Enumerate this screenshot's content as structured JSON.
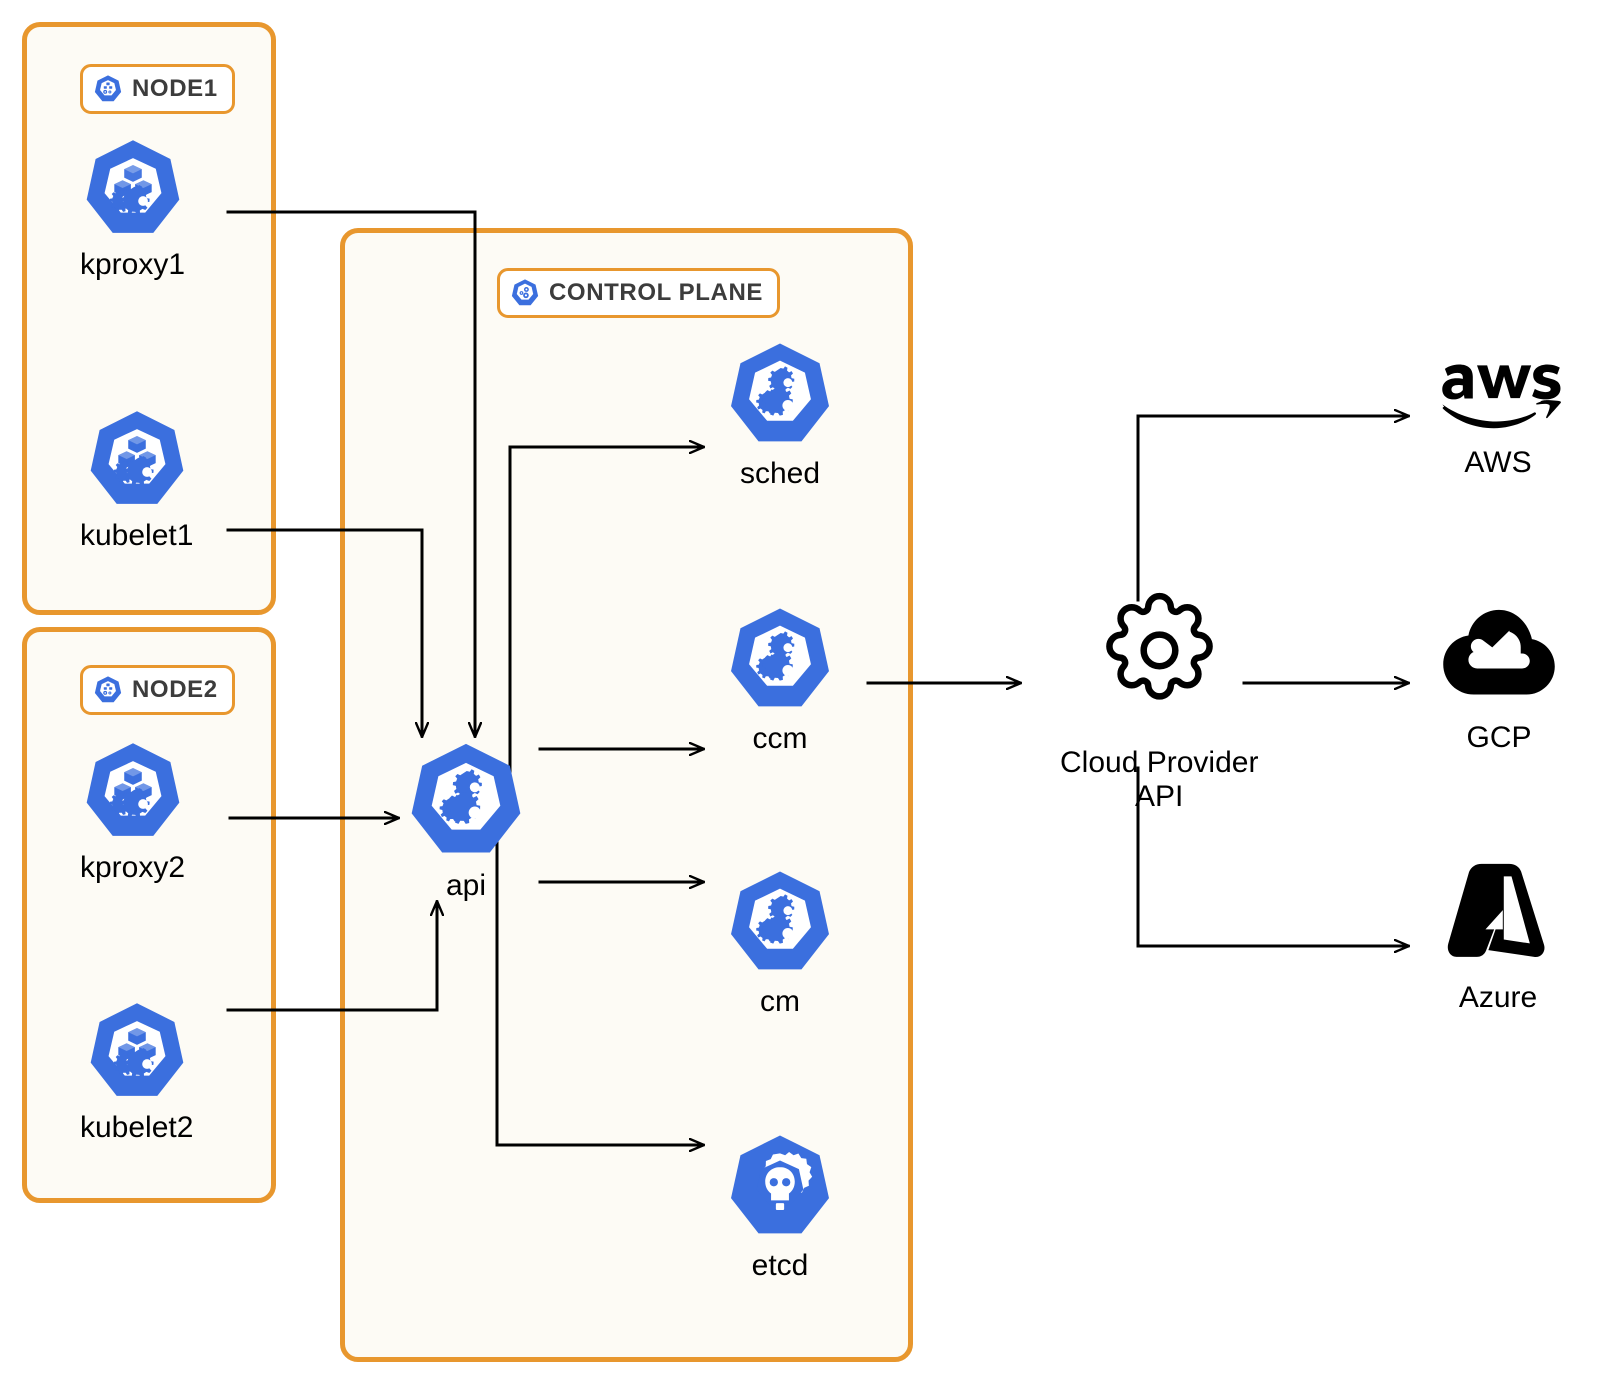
{
  "diagram": {
    "title": "Kubernetes cluster architecture",
    "colors": {
      "kubernetes_blue": "#3B6FDE",
      "group_border_orange": "#E8972E",
      "group_fill_cream": "#FDFBF5",
      "edge_black": "#000000",
      "badge_text": "#3C3C3C",
      "page_background": "#FFFFFF"
    }
  },
  "groups": [
    {
      "id": "node1",
      "badge_label": "NODE1",
      "badge_icon": "kubernetes-node-icon"
    },
    {
      "id": "node2",
      "badge_label": "NODE2",
      "badge_icon": "kubernetes-node-icon"
    },
    {
      "id": "control_plane",
      "badge_label": "CONTROL PLANE",
      "badge_icon": "kubernetes-control-plane-icon"
    }
  ],
  "nodes": [
    {
      "id": "kproxy1",
      "label": "kproxy1",
      "icon": "kube-proxy-icon",
      "group": "node1"
    },
    {
      "id": "kubelet1",
      "label": "kubelet1",
      "icon": "kubelet-icon",
      "group": "node1"
    },
    {
      "id": "kproxy2",
      "label": "kproxy2",
      "icon": "kube-proxy-icon",
      "group": "node2"
    },
    {
      "id": "kubelet2",
      "label": "kubelet2",
      "icon": "kubelet-icon",
      "group": "node2"
    },
    {
      "id": "api",
      "label": "api",
      "icon": "kube-apiserver-icon",
      "group": "control_plane"
    },
    {
      "id": "sched",
      "label": "sched",
      "icon": "kube-scheduler-icon",
      "group": "control_plane"
    },
    {
      "id": "ccm",
      "label": "ccm",
      "icon": "cloud-controller-manager-icon",
      "group": "control_plane"
    },
    {
      "id": "cm",
      "label": "cm",
      "icon": "controller-manager-icon",
      "group": "control_plane"
    },
    {
      "id": "etcd",
      "label": "etcd",
      "icon": "etcd-icon",
      "group": "control_plane"
    }
  ],
  "cloud_provider": {
    "id": "cloud_provider_api",
    "label": "Cloud Provider\nAPI",
    "icon": "gear-icon"
  },
  "providers": [
    {
      "id": "aws",
      "label": "AWS",
      "icon": "aws-logo-icon",
      "wordmark": "aws"
    },
    {
      "id": "gcp",
      "label": "GCP",
      "icon": "gcp-cloud-logo-icon"
    },
    {
      "id": "azure",
      "label": "Azure",
      "icon": "azure-logo-icon"
    }
  ],
  "edges": [
    {
      "from": "kproxy1",
      "to": "api"
    },
    {
      "from": "kubelet1",
      "to": "api"
    },
    {
      "from": "kproxy2",
      "to": "api"
    },
    {
      "from": "kubelet2",
      "to": "api"
    },
    {
      "from": "api",
      "to": "sched"
    },
    {
      "from": "api",
      "to": "ccm"
    },
    {
      "from": "api",
      "to": "cm"
    },
    {
      "from": "api",
      "to": "etcd"
    },
    {
      "from": "ccm",
      "to": "cloud_provider_api"
    },
    {
      "from": "cloud_provider_api",
      "to": "aws"
    },
    {
      "from": "cloud_provider_api",
      "to": "gcp"
    },
    {
      "from": "cloud_provider_api",
      "to": "azure"
    }
  ]
}
